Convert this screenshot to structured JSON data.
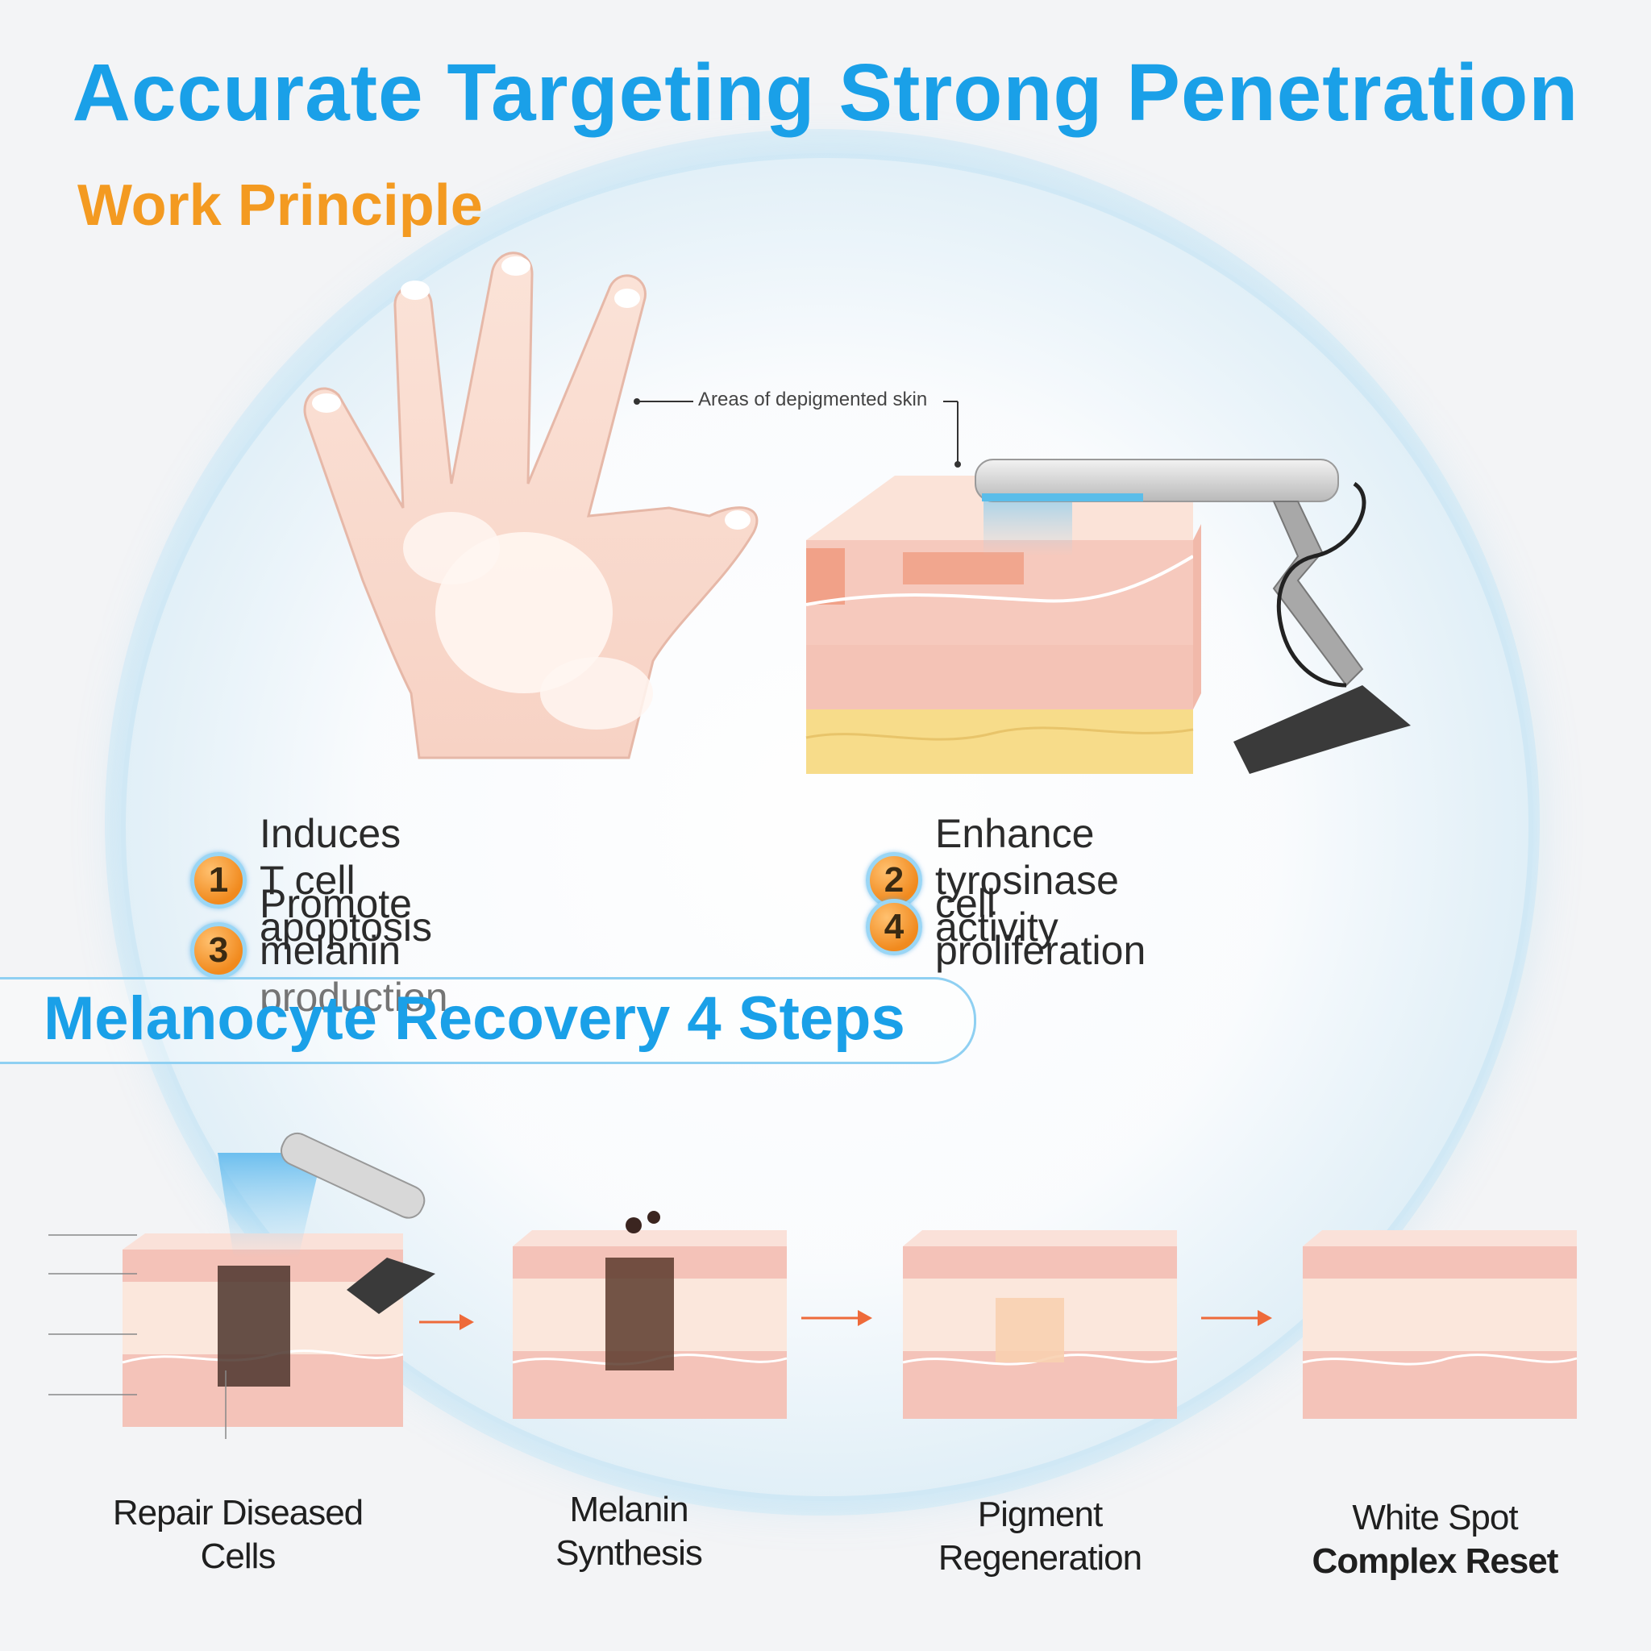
{
  "header": {
    "title": "Accurate Targeting  Strong Penetration",
    "subtitle": "Work Principle"
  },
  "illustration": {
    "callout": "Areas of depigmented skin"
  },
  "principles": [
    {
      "number": "1",
      "text": "Induces T cell apoptosis"
    },
    {
      "number": "2",
      "text": "Enhance tyrosinase activity"
    },
    {
      "number": "3",
      "text": "Promote melanin production"
    },
    {
      "number": "4",
      "text": "cell proliferation"
    }
  ],
  "steps_section": {
    "title": "Melanocyte Recovery 4 Steps",
    "steps": [
      {
        "line1": "Repair Diseased",
        "line2": "Cells"
      },
      {
        "line1": "Melanin",
        "line2": "Synthesis"
      },
      {
        "line1": "Pigment",
        "line2": "Regeneration"
      },
      {
        "line1": "White Spot",
        "line2": "Complex Reset"
      }
    ]
  },
  "colors": {
    "title_blue": "#1aa0e8",
    "subtitle_orange": "#f39a21",
    "arrow_orange": "#ee6a3a",
    "skin_pink": "#f6c6bd",
    "fat_yellow": "#f7dc8a"
  }
}
